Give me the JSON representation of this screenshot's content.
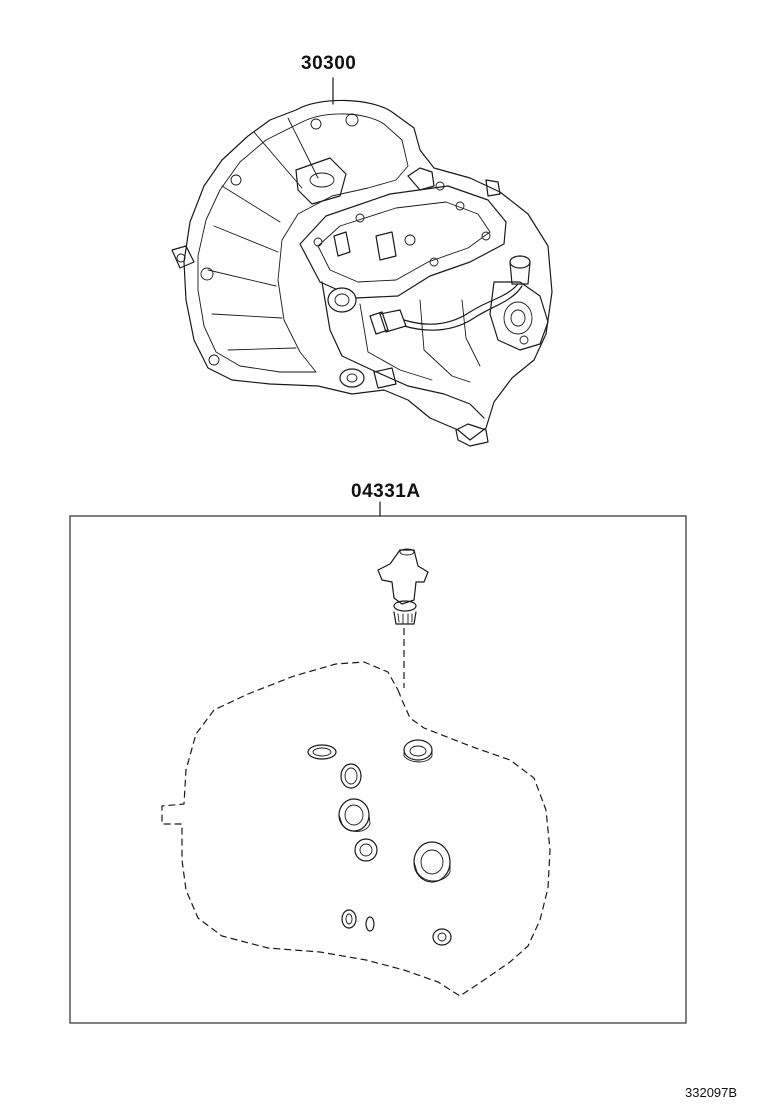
{
  "labels": {
    "assembly_part_number": "30300",
    "kit_part_number": "04331A",
    "diagram_id": "332097B"
  }
}
